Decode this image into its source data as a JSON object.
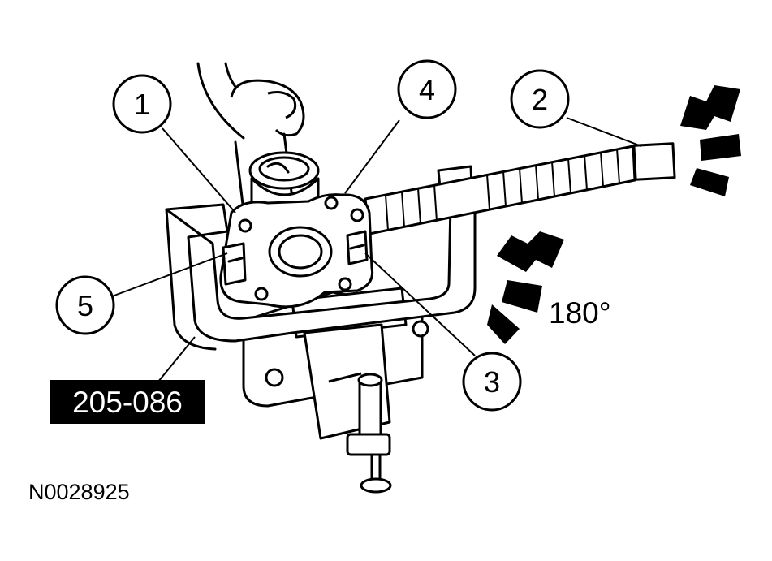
{
  "callouts": [
    "1",
    "2",
    "3",
    "4",
    "5"
  ],
  "rotation_label": "180°",
  "special_tool_number": "205-086",
  "figure_id": "N0028925"
}
